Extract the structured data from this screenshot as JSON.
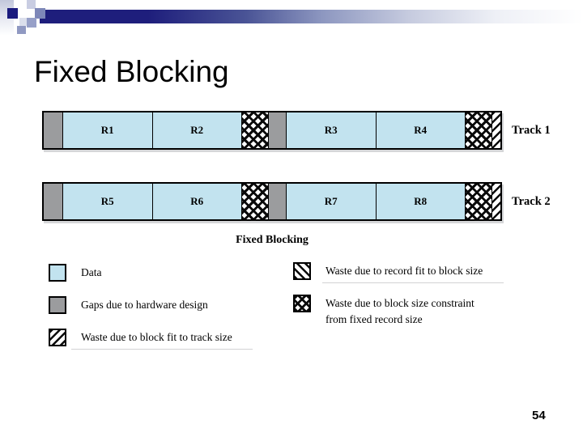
{
  "slide": {
    "title": "Fixed Blocking",
    "page_number": "54"
  },
  "diagram": {
    "caption": "Fixed Blocking",
    "tracks": [
      {
        "label": "Track 1",
        "records": [
          "R1",
          "R2",
          "R3",
          "R4"
        ]
      },
      {
        "label": "Track 2",
        "records": [
          "R5",
          "R6",
          "R7",
          "R8"
        ]
      }
    ],
    "legend": {
      "left": [
        {
          "swatch": "data-square",
          "label": "Data"
        },
        {
          "swatch": "gap-square",
          "label": "Gaps due to hardware design"
        },
        {
          "swatch": "forward-diagonal-hatch-square",
          "label": "Waste due to block fit to track size"
        }
      ],
      "right": [
        {
          "swatch": "back-diagonal-hatch-square",
          "label": "Waste due to record fit to block size"
        },
        {
          "swatch": "crosshatch-square",
          "lines": [
            "Waste due to block size constraint",
            "from fixed record size"
          ]
        }
      ]
    },
    "colors": {
      "data_fill": "#c2e3ef",
      "gap_fill": "#9b9c9e",
      "accent_navy": "#1e1e7c"
    }
  }
}
